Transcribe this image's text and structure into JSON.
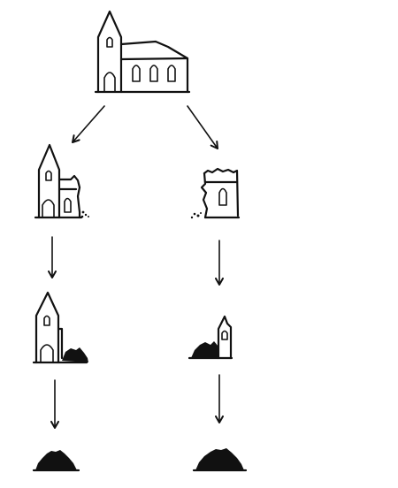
{
  "diagram": {
    "stroke_color": "#111111",
    "background": "#ffffff",
    "stages": [
      {
        "id": "intact-church",
        "depicts": "church-icon"
      },
      {
        "id": "left-branch-step-1",
        "depicts": "ruined-church-tower-icon"
      },
      {
        "id": "left-branch-step-2",
        "depicts": "tower-with-rubble-icon"
      },
      {
        "id": "left-branch-step-3",
        "depicts": "rubble-pile-icon"
      },
      {
        "id": "right-branch-step-1",
        "depicts": "ruined-nave-icon"
      },
      {
        "id": "right-branch-step-2",
        "depicts": "wall-fragment-with-rubble-icon"
      },
      {
        "id": "right-branch-step-3",
        "depicts": "rubble-pile-icon"
      }
    ],
    "connectors": "arrow-icon"
  }
}
